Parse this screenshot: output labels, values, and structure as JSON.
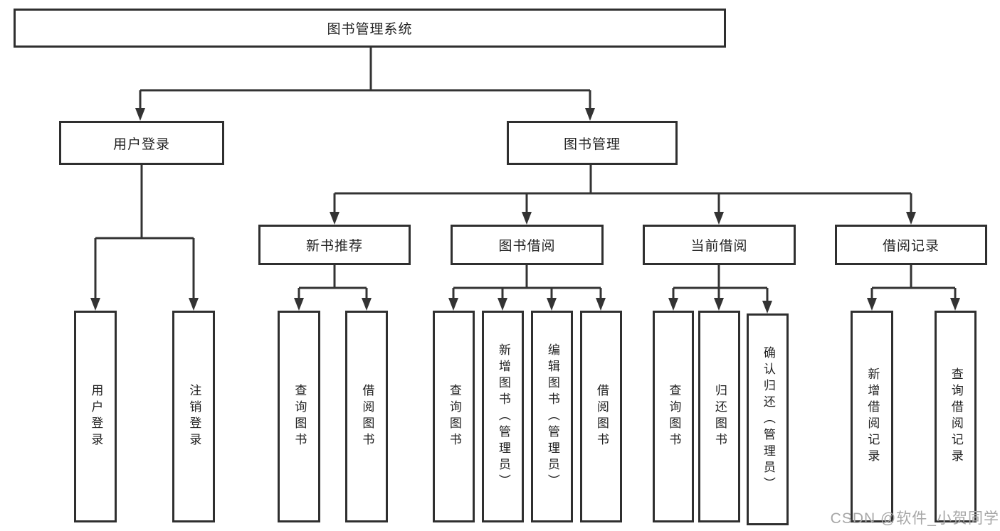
{
  "nodes": {
    "root": {
      "label": "图书管理系统"
    },
    "user_login": {
      "label": "用户登录"
    },
    "book_management": {
      "label": "图书管理"
    },
    "new_book_recommend": {
      "label": "新书推荐"
    },
    "book_borrow": {
      "label": "图书借阅"
    },
    "current_borrow": {
      "label": "当前借阅"
    },
    "borrow_record": {
      "label": "借阅记录"
    },
    "leaf_user_login": {
      "label": "用户登录"
    },
    "leaf_logout": {
      "label": "注销登录"
    },
    "leaf_recommend_query_book": {
      "label": "查询图书"
    },
    "leaf_recommend_borrow_book": {
      "label": "借阅图书"
    },
    "leaf_borrow_query_book": {
      "label": "查询图书"
    },
    "leaf_borrow_add_book": {
      "label": "新增图书（管理员）"
    },
    "leaf_borrow_edit_book": {
      "label": "编辑图书（管理员）"
    },
    "leaf_borrow_borrow_book": {
      "label": "借阅图书"
    },
    "leaf_current_query_book": {
      "label": "查询图书"
    },
    "leaf_current_return_book": {
      "label": "归还图书"
    },
    "leaf_current_confirm_return": {
      "label": "确认归还（管理员）"
    },
    "leaf_record_add_record": {
      "label": "新增借阅记录"
    },
    "leaf_record_query_record": {
      "label": "查询借阅记录"
    }
  },
  "watermark": {
    "text": "CSDN @软件_小贺同学"
  },
  "colors": {
    "line": "#333333",
    "box_border": "#2f2f2f",
    "text": "#222222",
    "watermark": "#a7a7a7",
    "background": "#ffffff"
  }
}
